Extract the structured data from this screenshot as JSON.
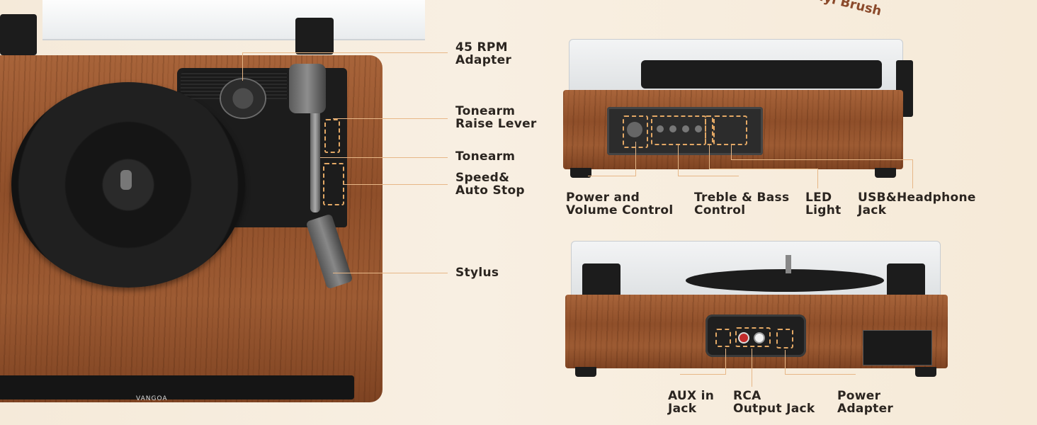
{
  "top_text": "Vinyl Brush",
  "brand": "VANGOA",
  "left_callouts": {
    "adapter": [
      "45 RPM",
      "Adapter"
    ],
    "raise_lever": [
      "Tonearm",
      "Raise Lever"
    ],
    "tonearm": "Tonearm",
    "speed": [
      "Speed&",
      "Auto Stop"
    ],
    "stylus": "Stylus"
  },
  "front_callouts": {
    "power": [
      "Power and",
      "Volume Control"
    ],
    "treble": [
      "Treble & Bass",
      "Control"
    ],
    "led": [
      "LED",
      "Light"
    ],
    "usb": [
      "USB&Headphone",
      "Jack"
    ]
  },
  "back_callouts": {
    "aux": [
      "AUX in",
      "Jack"
    ],
    "rca": [
      "RCA",
      "Output Jack"
    ],
    "power_adapter": [
      "Power",
      "Adapter"
    ]
  },
  "colors": {
    "accent_line": "#e7b787",
    "wood": "#9a5a32",
    "text": "#2b2520"
  }
}
